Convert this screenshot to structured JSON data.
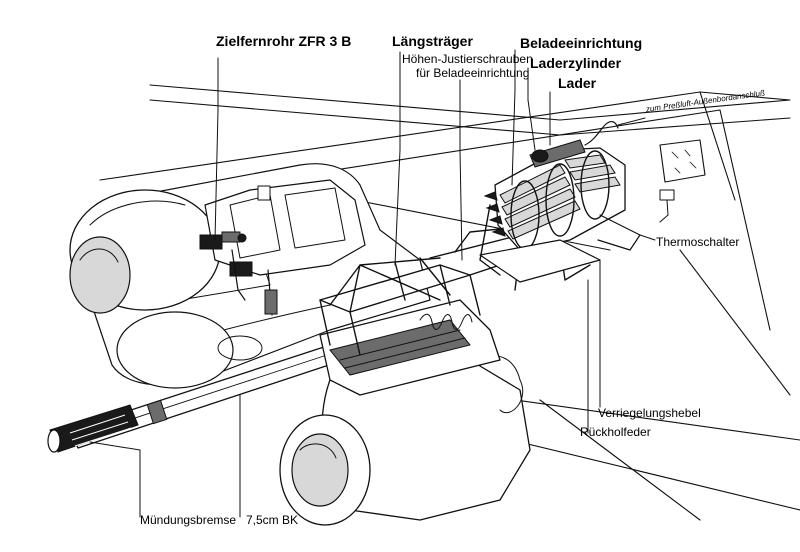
{
  "labels": {
    "zielfernrohr": "Zielfernrohr ZFR 3 B",
    "laengstraeger": "Längsträger",
    "hoehen_justierschrauben_line1": "Höhen-Justierschrauben",
    "hoehen_justierschrauben_line2": "für Beladeeinrichtung",
    "beladeeinrichtung": "Beladeeinrichtung",
    "laderzylinder": "Laderzylinder",
    "lader": "Lader",
    "pressluft": "zum Preßluft-Außenbordanschluß",
    "thermoschalter": "Thermoschalter",
    "verriegelungshebel": "Verriegelungshebel",
    "rueckholfeder": "Rückholfeder",
    "muendungsbremse": "Mündungsbremse",
    "kanone": "7,5cm BK"
  }
}
